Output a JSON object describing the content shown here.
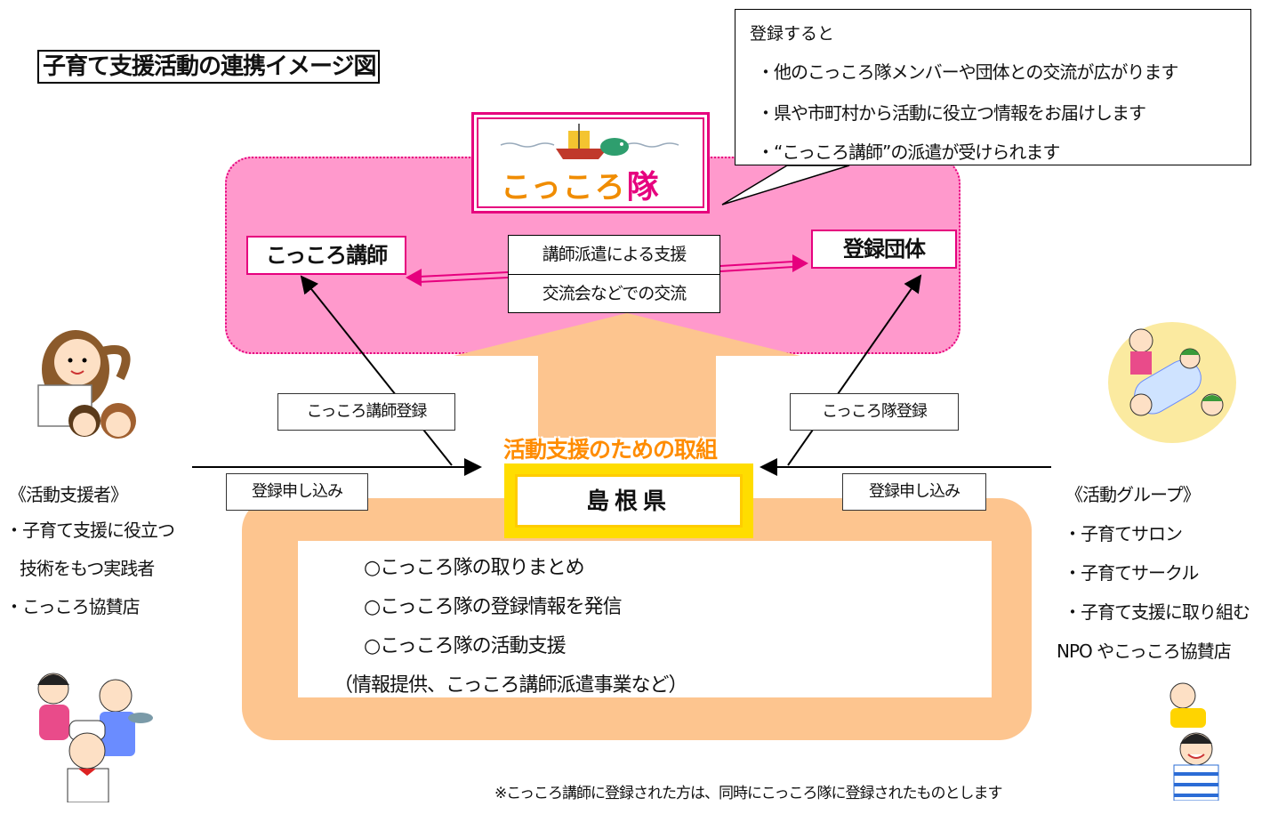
{
  "title": "子育て支援活動の連携イメージ図",
  "logo": {
    "text_kana": "こっころ",
    "text_kanji": "隊"
  },
  "roles": {
    "left": "こっころ講師",
    "right": "登録団体"
  },
  "support": [
    "講師派遣による支援",
    "交流会などでの交流"
  ],
  "callout": {
    "heading": "登録すると",
    "items": [
      "・他のこっころ隊メンバーや団体との交流が広がります",
      "・県や市町村から活動に役立つ情報をお届けします",
      "・“こっころ講師”の派遣が受けられます"
    ]
  },
  "registration": {
    "left": "こっころ講師登録",
    "right": "こっころ隊登録"
  },
  "apply": {
    "left": "登録申し込み",
    "right": "登録申し込み"
  },
  "torikumi": "活動支援のための取組",
  "prefecture": "島根県",
  "activities": [
    "○こっころ隊の取りまとめ",
    "○こっころ隊の登録情報を発信",
    "○こっころ隊の活動支援",
    "（情報提供、こっころ講師派遣事業など）"
  ],
  "left_side": {
    "heading": "《活動支援者》",
    "items": [
      "・子育て支援に役立つ",
      "技術をもつ実践者",
      "・こっころ協賛店"
    ]
  },
  "right_side": {
    "heading": "《活動グループ》",
    "items": [
      "・子育てサロン",
      "・子育てサークル",
      "・子育て支援に取り組む",
      "NPO やこっころ協賛店"
    ]
  },
  "footnote": "※こっころ講師に登録された方は、同時にこっころ隊に登録されたものとします",
  "colors": {
    "pink": "#ff99cc",
    "magenta": "#e6007e",
    "orange_bg": "#fdc58f",
    "orange_arrow": "#fdc58f",
    "yellow": "#ffdd00",
    "torikumi": "#ff8c00"
  }
}
